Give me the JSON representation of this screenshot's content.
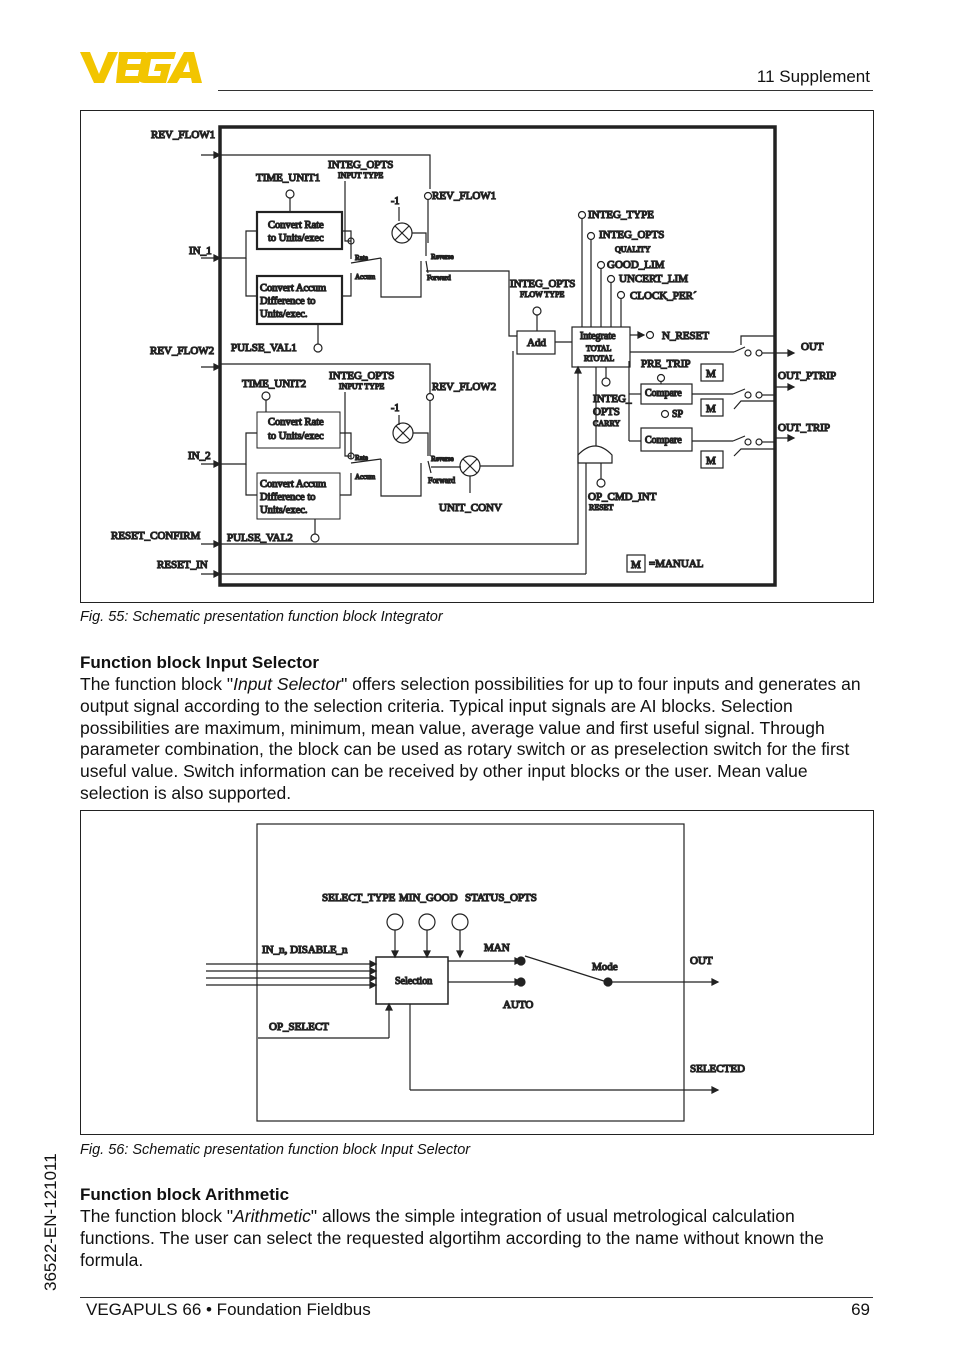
{
  "header": {
    "logo_text": "VEGA",
    "section": "11 Supplement"
  },
  "figure55": {
    "caption": "Fig. 55: Schematic presentation function block Integrator",
    "labels": {
      "rev_flow1_in": "REV_FLOW1",
      "in_1": "IN_1",
      "rev_flow2_in": "REV_FLOW2",
      "in_2": "IN_2",
      "reset_confirm": "RESET_CONFIRM",
      "reset_in": "RESET_IN",
      "time_unit1": "TIME_UNIT1",
      "integ_opts1": "INTEG_OPTS",
      "input_type1": "INPUT TYPE",
      "rev_flow1": "REV_FLOW1",
      "minus1a": "-1",
      "convert_rate1_l1": "Convert Rate",
      "convert_rate1_l2": "to Units/exec",
      "convert_accum1_l1": "Convert Accum",
      "convert_accum1_l2": "Difference to",
      "convert_accum1_l3": "Units/exec.",
      "rate1": "Rate",
      "accum1": "Accum",
      "reverse1": "Reverse",
      "forward1": "Forward",
      "pulse_val1": "PULSE_VAL1",
      "time_unit2": "TIME_UNIT2",
      "integ_opts2": "INTEG_OPTS",
      "input_type2": "INPUT TYPE",
      "rev_flow2": "REV_FLOW2",
      "minus1b": "-1",
      "convert_rate2_l1": "Convert Rate",
      "convert_rate2_l2": "to Units/exec",
      "convert_accum2_l1": "Convert Accum",
      "convert_accum2_l2": "Difference to",
      "convert_accum2_l3": "Units/exec.",
      "rate2": "Rate",
      "accum2": "Accum",
      "reverse2": "Reverse",
      "forward2": "Forward",
      "pulse_val2": "PULSE_VAL2",
      "unit_conv": "UNIT_CONV",
      "integ_opts_flow": "INTEG_OPTS",
      "flow_type": "FLOW TYPE",
      "add": "Add",
      "integ_type": "INTEG_TYPE",
      "integ_opts_q": "INTEG_OPTS",
      "quality": "QUALITY",
      "good_lim": "GOOD_LIM",
      "uncert_lim": "UNCERT_LIM",
      "clock_per": "CLOCK_PER´",
      "integrate": "Integrate",
      "total": "TOTAL",
      "rtotal": "RTOTAL",
      "n_reset": "N_RESET",
      "integ": "INTEG_",
      "opts": "OPTS",
      "carry": "CARRY",
      "op_cmd_int": "OP_CMD_INT",
      "reset": "RESET",
      "pre_trip": "PRE_TRIP",
      "sp": "SP",
      "compare1": "Compare",
      "compare2": "Compare",
      "out": "OUT",
      "out_ptrip": "OUT_PTRIP",
      "out_trip": "OUT_TRIP",
      "m": "M",
      "manual": "=MANUAL"
    }
  },
  "input_selector": {
    "heading": "Function block Input Selector",
    "body_1": "The function block \"",
    "body_em": "Input Selector",
    "body_2": "\" offers selection possibilities for up to four inputs and generates an output signal according to the selection criteria. Typical input signals are AI blocks. Selection possibilities are maximum, minimum, mean value, average value and first useful signal. Through parameter combination, the block can be used as rotary switch or as preselection switch for the first useful value. Switch information can be received by other input blocks or the user. Mean value selection is also supported."
  },
  "figure56": {
    "caption": "Fig. 56: Schematic presentation function block Input Selector",
    "labels": {
      "select_type": "SELECT_TYPE",
      "min_good": "MIN_GOOD",
      "status_opts": "STATUS_OPTS",
      "in_n": "IN_n, DISABLE_n",
      "man": "MAN",
      "selection": "Selection",
      "mode": "Mode",
      "out": "OUT",
      "auto": "AUTO",
      "op_select": "OP_SELECT",
      "selected": "SELECTED"
    }
  },
  "arithmetic": {
    "heading": "Function block Arithmetic",
    "body_1": "The function block \"",
    "body_em": "Arithmetic",
    "body_2": "\" allows the simple integration of usual metrological calculation functions. The user can select the requested algortihm according to the name without known the formula."
  },
  "doc_code": "36522-EN-121011",
  "footer": {
    "product": "VEGAPULS 66 • Foundation Fieldbus",
    "page": "69"
  }
}
